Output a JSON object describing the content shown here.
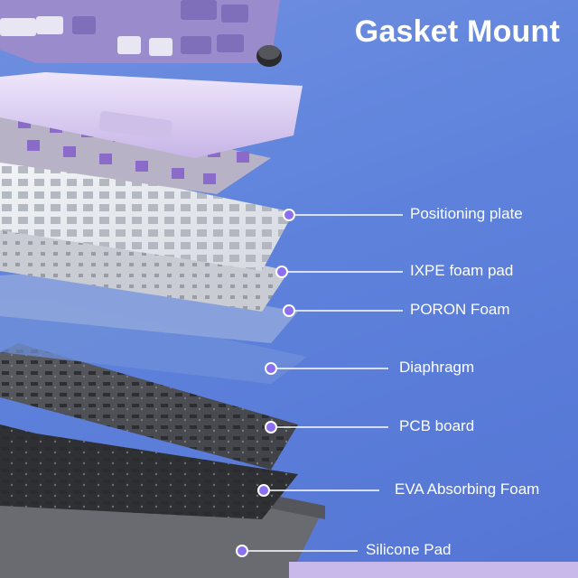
{
  "title": "Gasket Mount",
  "layers": [
    {
      "label": "Positioning plate"
    },
    {
      "label": "IXPE foam pad"
    },
    {
      "label": "PORON Foam"
    },
    {
      "label": "Diaphragm"
    },
    {
      "label": "PCB board"
    },
    {
      "label": "EVA Absorbing Foam"
    },
    {
      "label": "Silicone Pad"
    }
  ],
  "colors": {
    "background": "#5e82dc",
    "keycap_purple": "#8f7fc4",
    "keycap_white": "#e9e6f3",
    "case_lilac": "#d9ccf0",
    "switch_purple": "#8a6bc9",
    "plate": "#ebeef2",
    "ixpe": "#c9ccd3",
    "poron": "#8fa6dc",
    "diaphragm": "#6f8fd8",
    "pcb": "#4d4f55",
    "eva": "#2f3034",
    "silicone": "#6a6b70",
    "callout_dot": "#8a6ff0"
  }
}
